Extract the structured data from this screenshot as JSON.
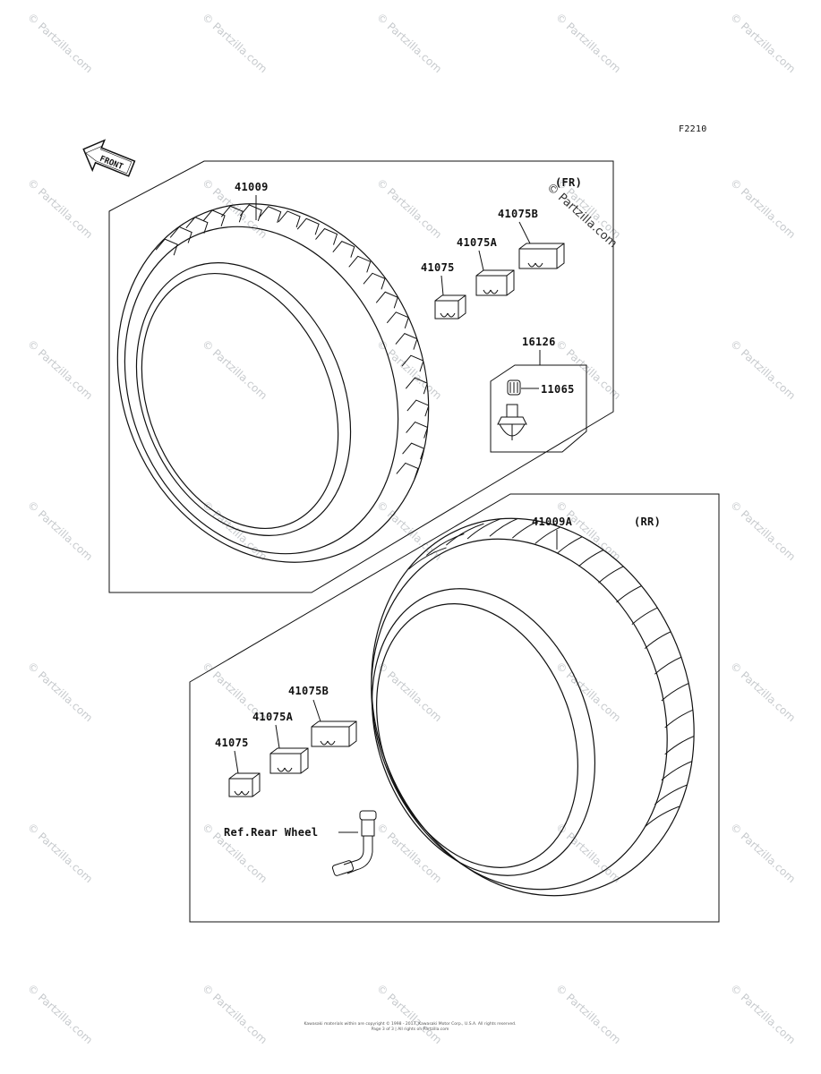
{
  "figure_code": "F2210",
  "front_arrow": "FRONT",
  "front_group": {
    "tag": "(FR)",
    "tire": "41009",
    "weight_a": "41075",
    "weight_b": "41075A",
    "weight_c": "41075B",
    "valve_assy": "16126",
    "valve_cap": "11065"
  },
  "rear_group": {
    "tag": "(RR)",
    "tire": "41009A",
    "weight_a": "41075",
    "weight_b": "41075A",
    "weight_c": "41075B",
    "ref_note": "Ref.Rear Wheel"
  },
  "watermark": {
    "text": "© Partzilla.com",
    "big": "© Partzilla.com"
  },
  "footer": {
    "line1": "Kawasaki materials within are copyright © 1998 - 2017. Kawasaki Motor Corp., U.S.A. All rights reserved.",
    "line2": "Page 3 of 3 | All rights on Partzilla.com"
  }
}
